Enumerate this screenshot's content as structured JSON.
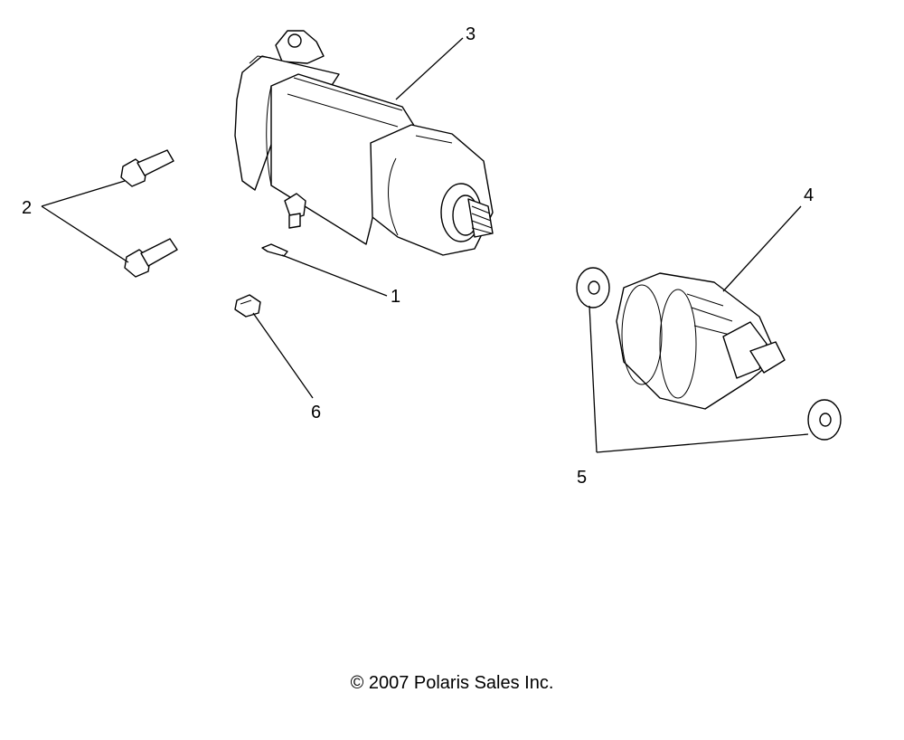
{
  "callouts": [
    {
      "id": "callout-1",
      "number": "1"
    },
    {
      "id": "callout-2",
      "number": "2"
    },
    {
      "id": "callout-3",
      "number": "3"
    },
    {
      "id": "callout-4",
      "number": "4"
    },
    {
      "id": "callout-5",
      "number": "5"
    },
    {
      "id": "callout-6",
      "number": "6"
    }
  ],
  "copyright": "© 2007 Polaris Sales Inc."
}
